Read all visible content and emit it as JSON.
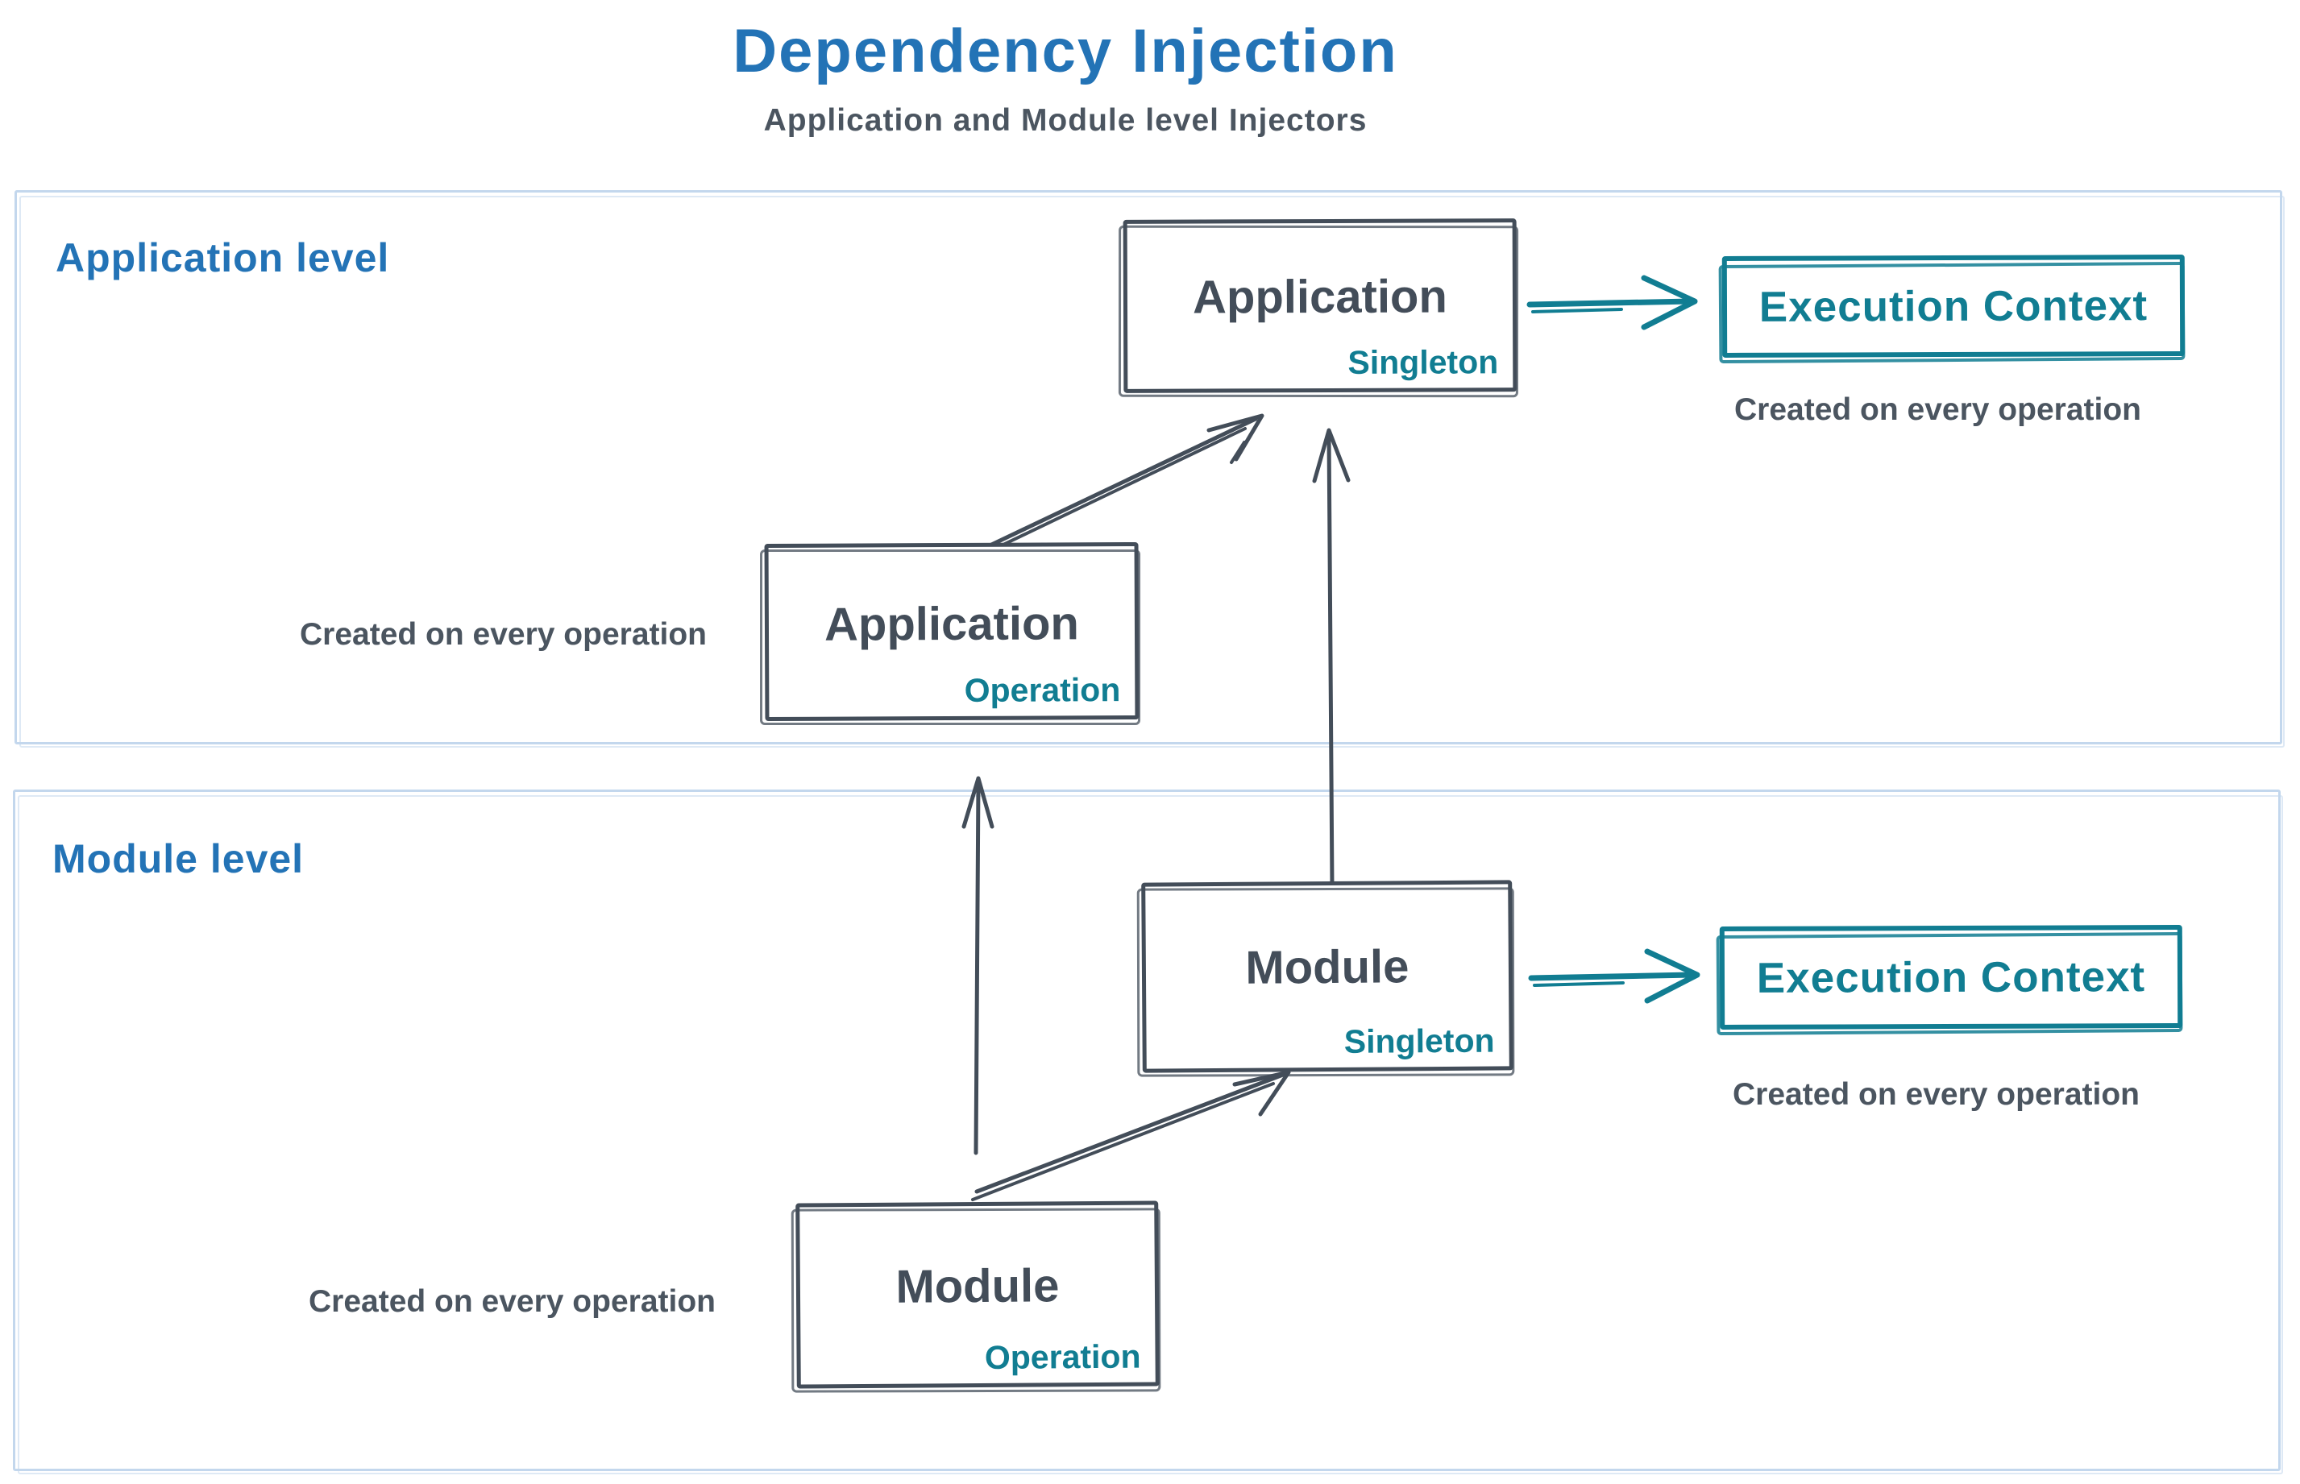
{
  "title": "Dependency Injection",
  "subtitle": "Application and Module level Injectors",
  "colors": {
    "title_blue": "#2373b6",
    "ink": "#434d59",
    "ink_soft": "#4b5560",
    "teal": "#117d92",
    "container_border": "#c3d7ed",
    "background": "#ffffff"
  },
  "application_level": {
    "label": "Application level",
    "singleton_box": {
      "title": "Application",
      "tag": "Singleton"
    },
    "operation_box": {
      "title": "Application",
      "tag": "Operation"
    },
    "operation_caption": "Created on every operation",
    "execution_context": {
      "label": "Execution Context",
      "caption": "Created on every operation"
    }
  },
  "module_level": {
    "label": "Module level",
    "singleton_box": {
      "title": "Module",
      "tag": "Singleton"
    },
    "operation_box": {
      "title": "Module",
      "tag": "Operation"
    },
    "operation_caption": "Created on every operation",
    "execution_context": {
      "label": "Execution Context",
      "caption": "Created on every operation"
    }
  },
  "arrows": [
    {
      "id": "app-operation-to-app-singleton",
      "from": "application-operation-box",
      "to": "application-singleton-box",
      "color": "ink"
    },
    {
      "id": "app-singleton-to-execution-context",
      "from": "application-singleton-box",
      "to": "execution-context-application",
      "color": "teal"
    },
    {
      "id": "module-operation-to-app-operation",
      "from": "module-operation-box",
      "to": "application-operation-box",
      "color": "ink"
    },
    {
      "id": "module-singleton-to-app-singleton",
      "from": "module-singleton-box",
      "to": "application-singleton-box",
      "color": "ink"
    },
    {
      "id": "module-operation-to-module-singleton",
      "from": "module-operation-box",
      "to": "module-singleton-box",
      "color": "ink"
    },
    {
      "id": "module-singleton-to-execution-context",
      "from": "module-singleton-box",
      "to": "execution-context-module",
      "color": "teal"
    }
  ]
}
